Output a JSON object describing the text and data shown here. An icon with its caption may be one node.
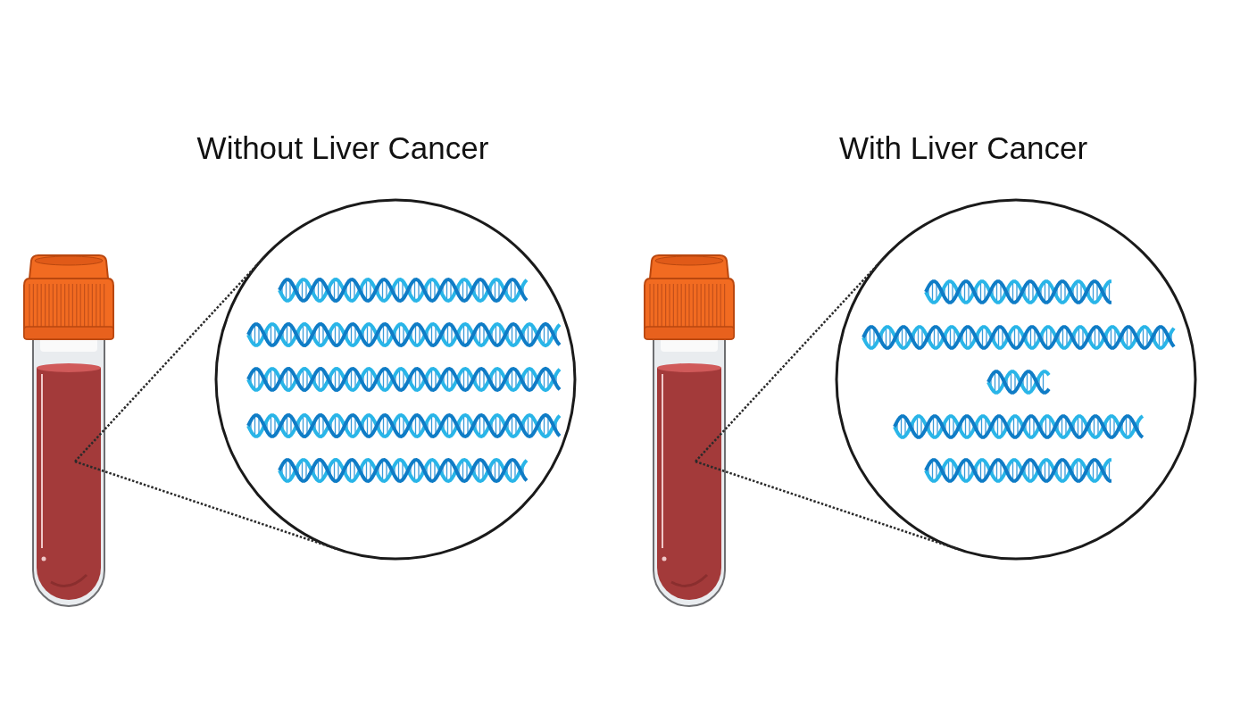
{
  "diagram": {
    "nodes": [
      {
        "text": [],
        "shape": "picture"
      },
      {
        "text": [],
        "shape": "circle"
      },
      {
        "text": [],
        "shape": "picture"
      },
      {
        "text": [],
        "shape": "circle"
      }
    ],
    "edges": [
      {
        "from": 0,
        "to": 1,
        "arrow": "none",
        "style": "dashed"
      },
      {
        "from": 0,
        "to": 1,
        "arrow": "none",
        "style": "dashed"
      },
      {
        "from": 2,
        "to": 3,
        "arrow": "none",
        "style": "dashed"
      },
      {
        "from": 2,
        "to": 3,
        "arrow": "none",
        "style": "dashed"
      }
    ],
    "labels": [
      "Without Liver Cancer",
      "With Liver Cancer"
    ]
  }
}
